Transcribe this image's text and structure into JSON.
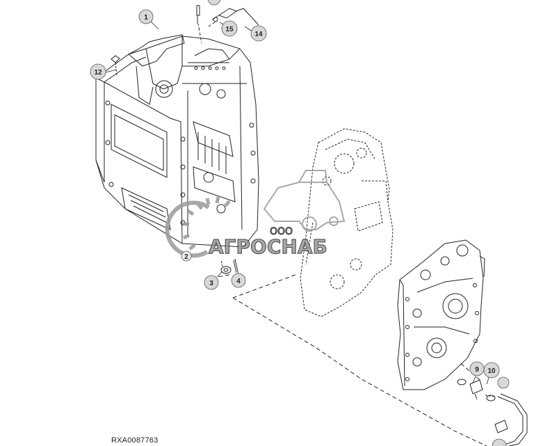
{
  "drawing_code": "RXA0087763",
  "watermark": {
    "prefix": "ООО",
    "brand": "АГРОСНАБ",
    "color": "#9a9a9a"
  },
  "callouts": [
    "1",
    "2",
    "3",
    "4",
    "9",
    "10",
    "12",
    "14",
    "15"
  ],
  "colors": {
    "line": "#222222",
    "callout_fill": "#d8d8d8",
    "background": "#ffffff"
  }
}
